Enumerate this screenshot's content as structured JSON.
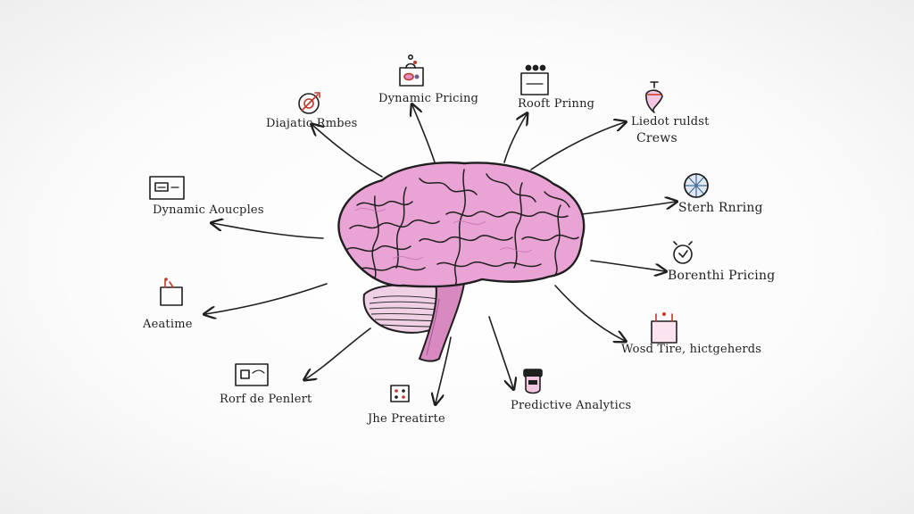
{
  "colors": {
    "ink": "#1f1f1f",
    "brain_fill": "#e9a3d4",
    "brain_shadow": "#c96fb2",
    "brain_stem": "#d88ac0",
    "accent_red": "#c0392b",
    "accent_blue": "#6d8fb8",
    "icon_pink": "#e58fc4"
  },
  "center": {
    "icon": "brain-icon"
  },
  "nodes": [
    {
      "id": "n1",
      "label": "Diajatic Rmbes",
      "icon": "target-icon"
    },
    {
      "id": "n2",
      "label": "Dynamic Pricing",
      "icon": "pricing-machine-icon"
    },
    {
      "id": "n3",
      "label": "Rooft Prinng",
      "icon": "register-icon"
    },
    {
      "id": "n4",
      "label": "Liedot ruldst",
      "label2": "Crews",
      "icon": "spinning-top-icon"
    },
    {
      "id": "n5",
      "label": "Dynamic Aoucples",
      "icon": "monitor-icon"
    },
    {
      "id": "n6",
      "label": "Sterh Rnring",
      "icon": "globe-icon"
    },
    {
      "id": "n7",
      "label": "Borenthi Pricing",
      "icon": "clock-icon"
    },
    {
      "id": "n8",
      "label": "Aeatime",
      "icon": "bag-icon"
    },
    {
      "id": "n9",
      "label": "Wosd Tire, hictgeherds",
      "icon": "box-icon"
    },
    {
      "id": "n10",
      "label": "Rorf de Penlert",
      "icon": "screen-icon"
    },
    {
      "id": "n11",
      "label": "Jhe Preatirte",
      "icon": "grid-icon"
    },
    {
      "id": "n12",
      "label": "Predictive Analytics",
      "icon": "robot-icon"
    }
  ]
}
